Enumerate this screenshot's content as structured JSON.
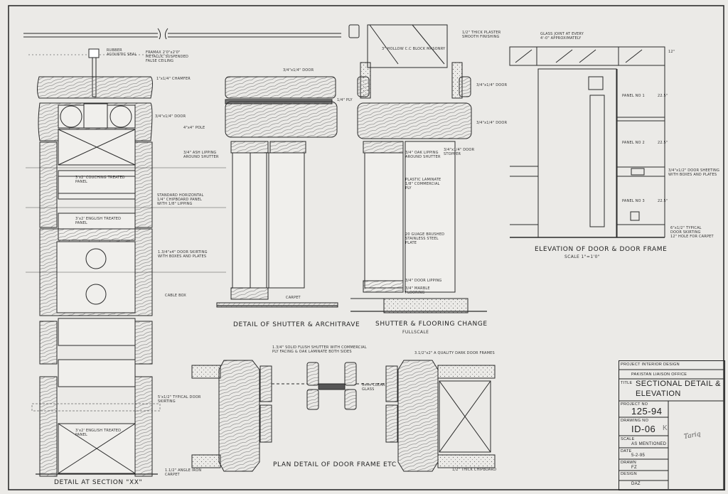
{
  "captions": {
    "section_xx": "DETAIL AT SECTION \"XX\"",
    "shutter_architrave": "DETAIL OF SHUTTER & ARCHITRAVE",
    "shutter_flooring": "SHUTTER & FLOORING CHANGE",
    "shutter_flooring_scale": "FULLSCALE",
    "elevation": "ELEVATION OF DOOR & DOOR FRAME",
    "elevation_scale": "SCALE  1\"=1'0\"",
    "plan": "PLAN DETAIL OF DOOR FRAME ETC"
  },
  "notes": {
    "rubber_acoustic": "RUBBER\nACOUSTIC SEAL",
    "framax": "FRAMAX 2'0\"x2'0\"\nMETALLIC SUSPENDED\nFALSE CEILING",
    "chamfer": "1\"x1/4\" CHAMFER",
    "door_a": "3/4\"x1/4\" DOOR",
    "pole": "4\"x4\" POLE",
    "standard_horizontal": "STANDARD HORIZONTAL\n1/4\" CHIPBOARD PANEL\nWITH 1/8\" LIPPING",
    "couching_panel": "3'x2' COUCHING TREATED\nPANEL",
    "teak_panel_1": "3'x2' ENGLISH TREATED\nPANEL",
    "door_skirting": "1.3/4\"x4\" DOOR SKIRTING\nWITH BOXES AND PLATES",
    "cable_box": "CABLE BOX",
    "typical_door_skirting": "5'x1/2\" TYPICAL DOOR\nSKIRTING",
    "teak_panel_2": "3'x2' ENGLISH TREATED\nPANEL",
    "angle_iron": "1.1/2\" ANGLE IRON\nCARPET",
    "arch_top": "3/4\"x1/4\" DOOR",
    "arch_ply": "1/4\" PLY",
    "ash_lipping": "3/4\" ASH LIPPING\nAROUND SHUTTER",
    "carpet": "CARPET",
    "plaster": "1/2\" THICK PLASTER\nSMOOTH FINISHING",
    "block_masonry": "3\" HOLLOW C.C BLOCK MASONRY",
    "door_b": "3/4\"x1/4\" DOOR",
    "door_c": "3/4\"x1/4\" DOOR",
    "door_stopper": "3/4\"x1/4\" DOOR\nSTOPPER",
    "lipping_shutter": "3/4\" OAK LIPPING\nAROUND SHUTTER",
    "plastic_laminate": "PLASTIC LAMINATE\n1/8\" COMMERCIAL\nPLY",
    "ss_plate": "20 GUAGE BRUSHED\nSTAINLESS STEEL\nPLATE",
    "door_lipping": "3/4\" DOOR LIPPING",
    "marble": "3/4\" MARBLE\nFLOORING",
    "glass_joint": "GLASS JOINT AT EVERY\n4'-0\" APPROXIMATELY",
    "panel_1": "PANEL NO 1",
    "panel_2": "PANEL NO 2",
    "panel_3": "PANEL NO 3",
    "dim_1": "22.5\"",
    "dim_2": "22.5\"",
    "dim_3": "22.5\"",
    "dim_top": "12\"",
    "door_sheeting": "3/4\"x1/2\" DOOR SHEETING\nWITH BOXES AND PLATES",
    "typical_skirting": "6\"x1/2\" TYPICAL\nDOOR SKIRTING\n12\" HOLE FOR CARPET",
    "flush_shutter": "1.3/4\" SOLID FLUSH SHUTTER WITH COMMERCIAL\nPLY FACING & OAK LAMINATE BOTH SIDES",
    "quality_frames": "3.1/2\"x2\" A QUALITY DARK DOOR FRAMES",
    "clear_glass": "5mm CLEAR\nGLASS",
    "chipboard": "1/2\" THICK CHIPBOARD"
  },
  "title_block": {
    "project_label": "PROJECT  INTERIOR DESIGN",
    "client": "PAKISTAN  LIAISON  OFFICE",
    "title_label": "TITLE",
    "title_line1": "SECTIONAL DETAIL &",
    "title_line2": "ELEVATION",
    "project_no_label": "PROJECT  NO",
    "project_no": "125-94",
    "drawing_no_label": "DRAWING  NO",
    "drawing_no": "ID-06",
    "revision_mark": "K",
    "scale_label": "SCALE",
    "scale_value": "AS MENTIONED",
    "date_label": "DATE",
    "date_value": "5-2-95",
    "drawn_label": "DRAWN",
    "drawn_value": "FZ",
    "design_label": "DESIGN",
    "design_value": "DAZ",
    "signature": "Tariq"
  },
  "colors": {
    "paper": "#ebeae7",
    "ink": "#2a2a2a"
  }
}
